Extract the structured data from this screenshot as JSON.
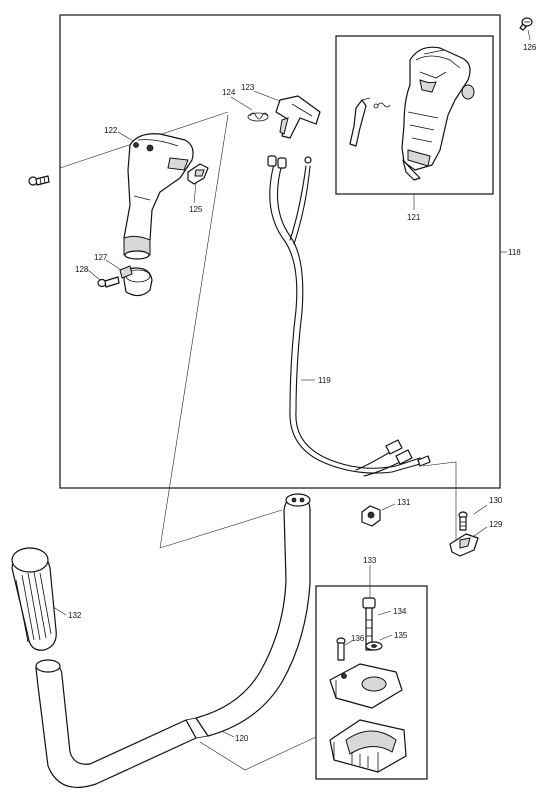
{
  "callouts": {
    "c118": "118",
    "c119": "119",
    "c120": "120",
    "c121": "121",
    "c122": "122",
    "c123": "123",
    "c124": "124",
    "c125": "125",
    "c126": "126",
    "c127": "127",
    "c128": "128",
    "c129": "129",
    "c130": "130",
    "c131": "131",
    "c132": "132",
    "c133": "133",
    "c134": "134",
    "c135": "135",
    "c136": "136"
  }
}
